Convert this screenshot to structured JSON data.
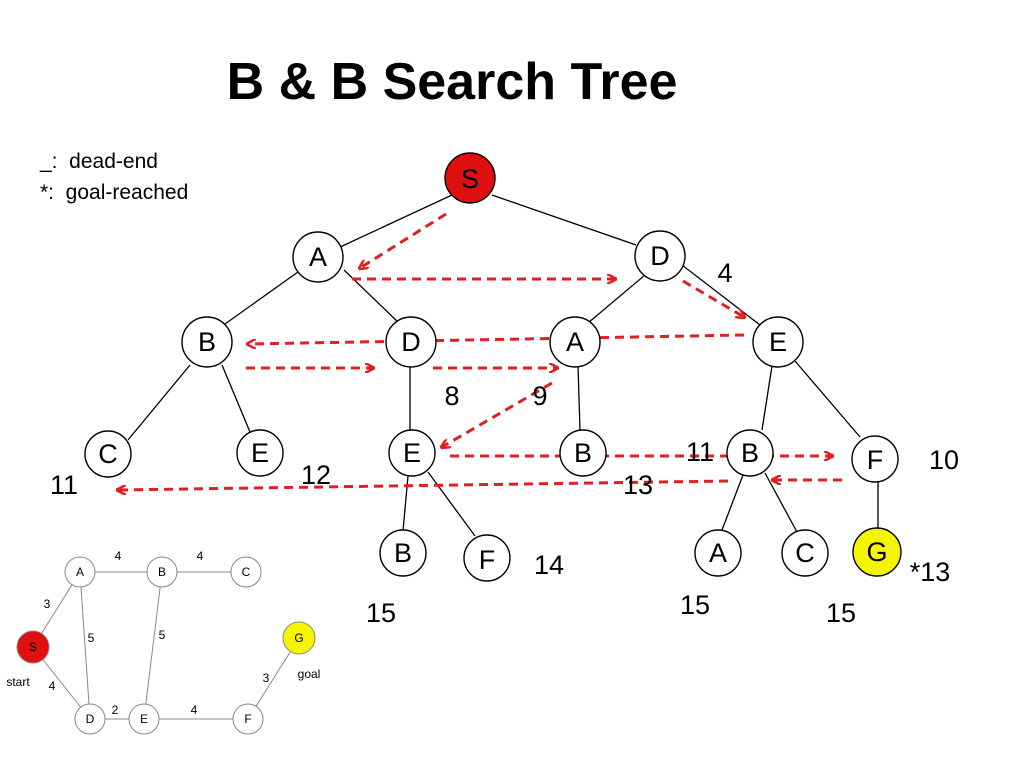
{
  "title": "B & B Search Tree",
  "legend": {
    "dead_end": "_:  dead-end",
    "goal_reached": "*:  goal-reached"
  },
  "colors": {
    "start": "#e01010",
    "goal": "#f5f500",
    "arrow": "#e02020"
  },
  "tree": {
    "nodes": {
      "S": "S",
      "A1": "A",
      "D1": "D",
      "B2": "B",
      "D2": "D",
      "A2": "A",
      "E2": "E",
      "C3": "C",
      "E3a": "E",
      "E3b": "E",
      "B3b": "B",
      "B3c": "B",
      "F3": "F",
      "B4": "B",
      "F4": "F",
      "A4": "A",
      "C4": "C",
      "G4": "G"
    },
    "costs": {
      "D1": "4",
      "D2": "8",
      "A2": "9",
      "C3": "11",
      "E3a": "12",
      "B3b": "13",
      "B3c": "11",
      "F3": "10",
      "F4": "14",
      "B4": "15",
      "A4": "15",
      "C4": "15",
      "G4": "*13"
    }
  },
  "graph": {
    "nodes": {
      "S": "S",
      "A": "A",
      "B": "B",
      "C": "C",
      "D": "D",
      "E": "E",
      "F": "F",
      "G": "G"
    },
    "weights": {
      "SA": "3",
      "SD": "4",
      "AB": "4",
      "BC": "4",
      "AD": "5",
      "BE": "5",
      "DE": "2",
      "EF": "4",
      "FG": "3"
    },
    "start_label": "start",
    "goal_label": "goal"
  }
}
